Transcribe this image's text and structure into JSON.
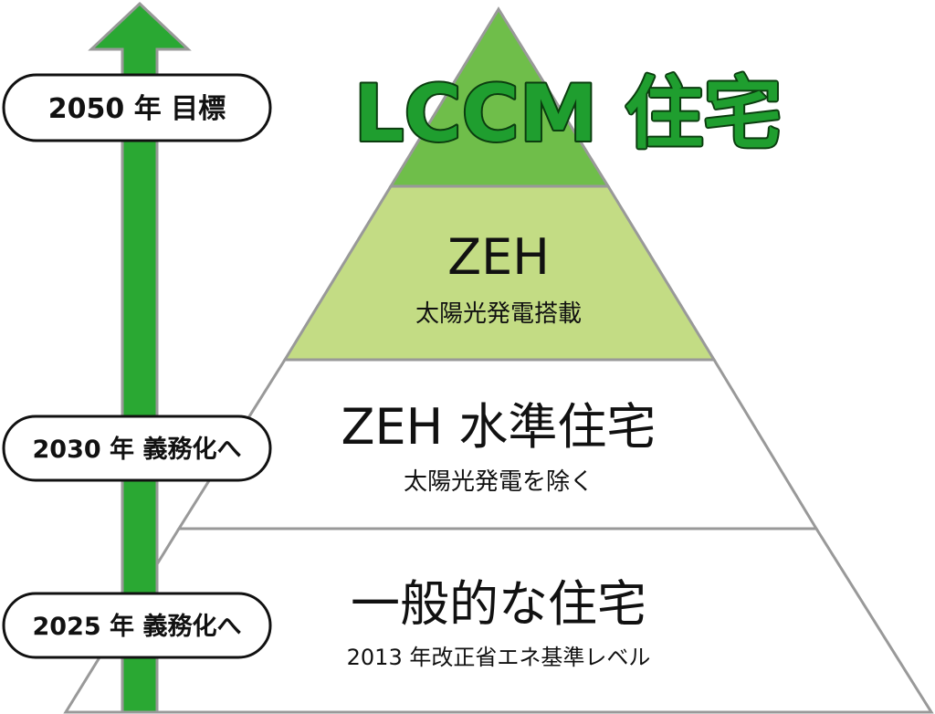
{
  "top_tier": {
    "title": "LCCM 住宅"
  },
  "tiers": [
    {
      "title": "ZEH",
      "subtitle": "太陽光発電搭載"
    },
    {
      "title": "ZEH 水準住宅",
      "subtitle": "太陽光発電を除く"
    },
    {
      "title": "一般的な住宅",
      "subtitle": "2013 年改正省エネ基準レベル"
    }
  ],
  "timeline": {
    "milestones": [
      {
        "label": "2050 年 目標"
      },
      {
        "label": "2030 年 義務化へ"
      },
      {
        "label": "2025 年 義務化へ"
      }
    ]
  },
  "colors": {
    "top_tier_fill": "#6fbe4a",
    "zeh_tier_fill": "#c3dc84",
    "white_tier_fill": "#ffffff",
    "outline": "#999999",
    "arrow_green": "#2aa833",
    "title_green": "#1f9e2f",
    "title_outline": "#0b3d0f"
  }
}
